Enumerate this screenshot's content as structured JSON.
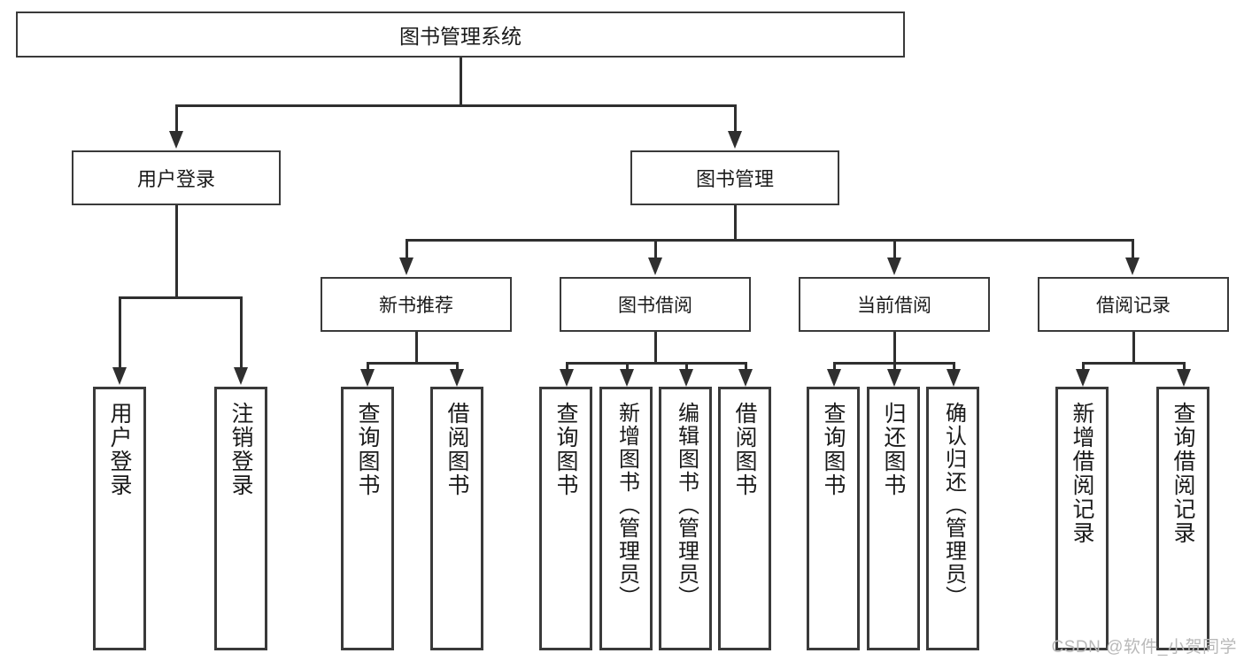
{
  "diagram": {
    "title": "图书管理系统",
    "type": "hierarchy-tree",
    "root": {
      "label": "图书管理系统"
    },
    "level2": [
      {
        "label": "用户登录"
      },
      {
        "label": "图书管理"
      }
    ],
    "level3": [
      {
        "label": "新书推荐"
      },
      {
        "label": "图书借阅"
      },
      {
        "label": "当前借阅"
      },
      {
        "label": "借阅记录"
      }
    ],
    "leaves": {
      "user_login": [
        {
          "label": "用户登录"
        },
        {
          "label": "注销登录"
        }
      ],
      "new_book_recommend": [
        {
          "label": "查询图书"
        },
        {
          "label": "借阅图书"
        }
      ],
      "book_borrow": [
        {
          "label": "查询图书"
        },
        {
          "label": "新增图书（管理员）"
        },
        {
          "label": "编辑图书（管理员）"
        },
        {
          "label": "借阅图书"
        }
      ],
      "current_borrow": [
        {
          "label": "查询图书"
        },
        {
          "label": "归还图书"
        },
        {
          "label": "确认归还（管理员）"
        }
      ],
      "borrow_record": [
        {
          "label": "新增借阅记录"
        },
        {
          "label": "查询借阅记录"
        }
      ]
    }
  },
  "watermark": {
    "text": "CSDN @软件_小贺同学"
  },
  "colors": {
    "stroke": "#3a3a3a",
    "connector": "#2f2f2f",
    "background": "#ffffff",
    "text": "#1a1a1a",
    "watermark": "#b9b9b9"
  }
}
